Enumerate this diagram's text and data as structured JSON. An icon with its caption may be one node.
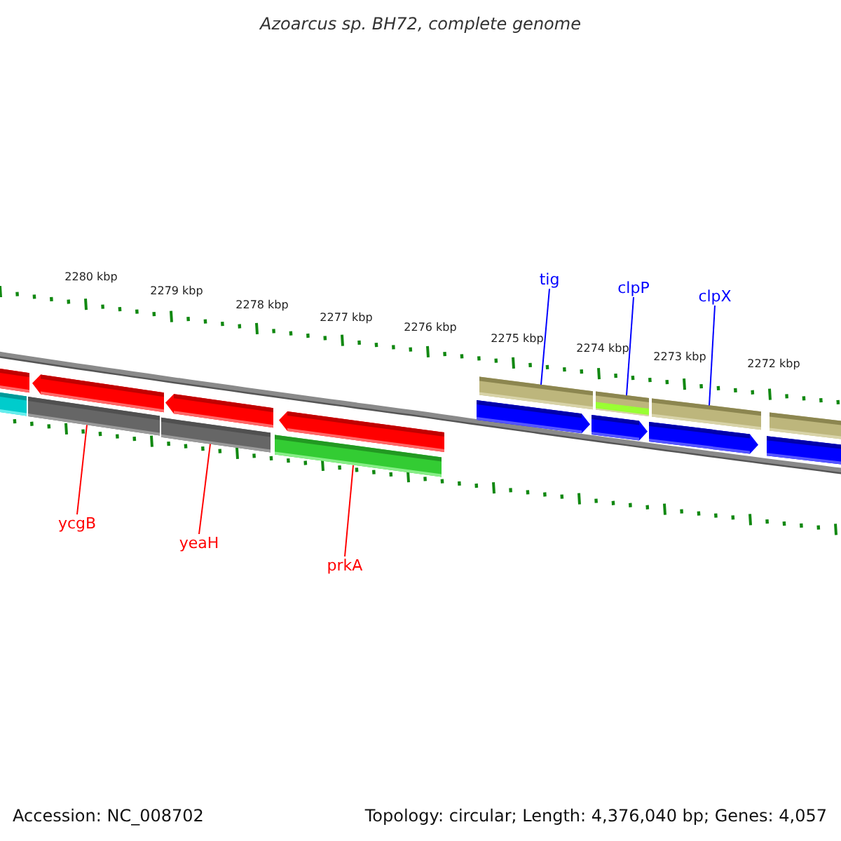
{
  "diagram": {
    "title": "Azoarcus sp. BH72, complete genome",
    "nodes": [
      {
        "text": [
          "ycgB"
        ]
      },
      {
        "text": [
          "yeaH"
        ]
      },
      {
        "text": [
          "prkA"
        ]
      },
      {
        "text": [
          "tig"
        ]
      },
      {
        "text": [
          "clpP"
        ]
      },
      {
        "text": [
          "clpX"
        ]
      },
      {
        "text": [],
        "shape": "bar"
      },
      {
        "text": [],
        "shape": "bar"
      },
      {
        "text": [],
        "shape": "bar"
      },
      {
        "text": [],
        "shape": "bar"
      },
      {
        "text": [],
        "shape": "bar"
      },
      {
        "text": [],
        "shape": "bar"
      }
    ],
    "edges": [
      {
        "from": 0,
        "to": 6,
        "arrow": "none",
        "color": "#ff0000"
      },
      {
        "from": 1,
        "to": 7,
        "arrow": "none",
        "color": "#ff0000"
      },
      {
        "from": 2,
        "to": 8,
        "arrow": "none",
        "color": "#ff0000"
      },
      {
        "from": 3,
        "to": 9,
        "arrow": "none",
        "color": "#0000ff"
      },
      {
        "from": 4,
        "to": 10,
        "arrow": "none",
        "color": "#0000ff"
      },
      {
        "from": 5,
        "to": 11,
        "arrow": "none",
        "color": "#0000ff"
      }
    ],
    "labels": [
      "2280 kbp",
      "2279 kbp",
      "2278 kbp",
      "2277 kbp",
      "2276 kbp",
      "2275 kbp",
      "2274 kbp",
      "2273 kbp",
      "2272 kbp",
      "Accession: NC_008702",
      "Topology: circular; Length: 4,376,040 bp; Genes: 4,057"
    ]
  }
}
